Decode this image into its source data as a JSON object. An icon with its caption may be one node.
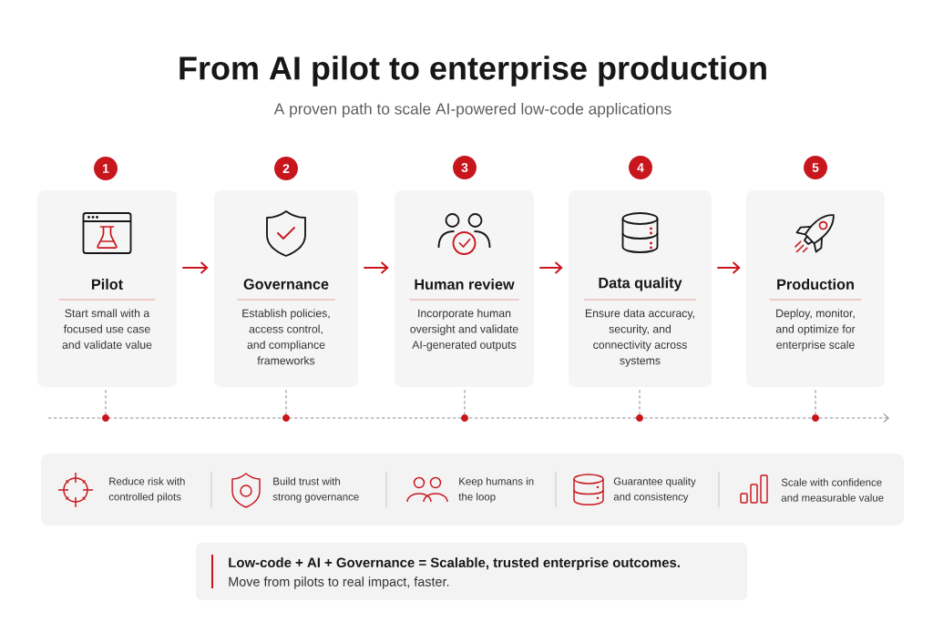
{
  "diagram": {
    "title": "From AI pilot to enterprise production",
    "nodes": [
      {
        "text": [
          "1"
        ]
      },
      {
        "text": [
          "2"
        ]
      },
      {
        "text": [
          "3"
        ]
      },
      {
        "text": [
          "4"
        ]
      },
      {
        "text": [
          "5"
        ]
      },
      {
        "text": [
          "Pilot",
          "Start small with a focused use case and validate value"
        ]
      },
      {
        "text": [
          "Governance",
          "Establish policies, access control, and compliance frameworks"
        ]
      },
      {
        "text": [
          "Human review",
          "Incorporate human oversight and validate AI-generated outputs"
        ]
      },
      {
        "text": [
          "Data quality",
          "Ensure data accuracy, security, and connectivity across systems"
        ]
      },
      {
        "text": [
          "Production",
          "Deploy, monitor, and optimize for enterprise scale"
        ]
      },
      {
        "text": [],
        "shape": "circle"
      },
      {
        "text": [],
        "shape": "circle"
      },
      {
        "text": [],
        "shape": "circle"
      },
      {
        "text": [],
        "shape": "circle"
      },
      {
        "text": [],
        "shape": "circle"
      },
      {
        "text": [
          "Reduce risk with controlled pilots",
          "Build trust with strong governance",
          "Keep humans in the loop",
          "Guarantee quality and consistency",
          "Scale with confidence and measurable value"
        ]
      },
      {
        "text": [
          "Low-code + AI + Governance = Scalable, trusted enterprise outcomes.",
          "Move from pilots to real impact, faster."
        ]
      }
    ],
    "edges": [
      {
        "from": 5,
        "to": 6,
        "arrow": "to",
        "color": "#c8161d"
      },
      {
        "from": 6,
        "to": 7,
        "arrow": "to",
        "color": "#c8161d"
      },
      {
        "from": 7,
        "to": 8,
        "arrow": "to",
        "color": "#c8161d"
      },
      {
        "from": 8,
        "to": 9,
        "arrow": "to",
        "color": "#c8161d"
      },
      {
        "from": 5,
        "to": 10,
        "arrow": "none",
        "style": "dashed"
      },
      {
        "from": 6,
        "to": 11,
        "arrow": "none",
        "style": "dashed"
      },
      {
        "from": 7,
        "to": 12,
        "arrow": "none",
        "style": "dashed"
      },
      {
        "from": 8,
        "to": 13,
        "arrow": "none",
        "style": "dashed"
      },
      {
        "from": 9,
        "to": 14,
        "arrow": "none",
        "style": "dashed"
      }
    ],
    "labels": [
      "A proven path to scale AI-powered low-code applications"
    ]
  }
}
